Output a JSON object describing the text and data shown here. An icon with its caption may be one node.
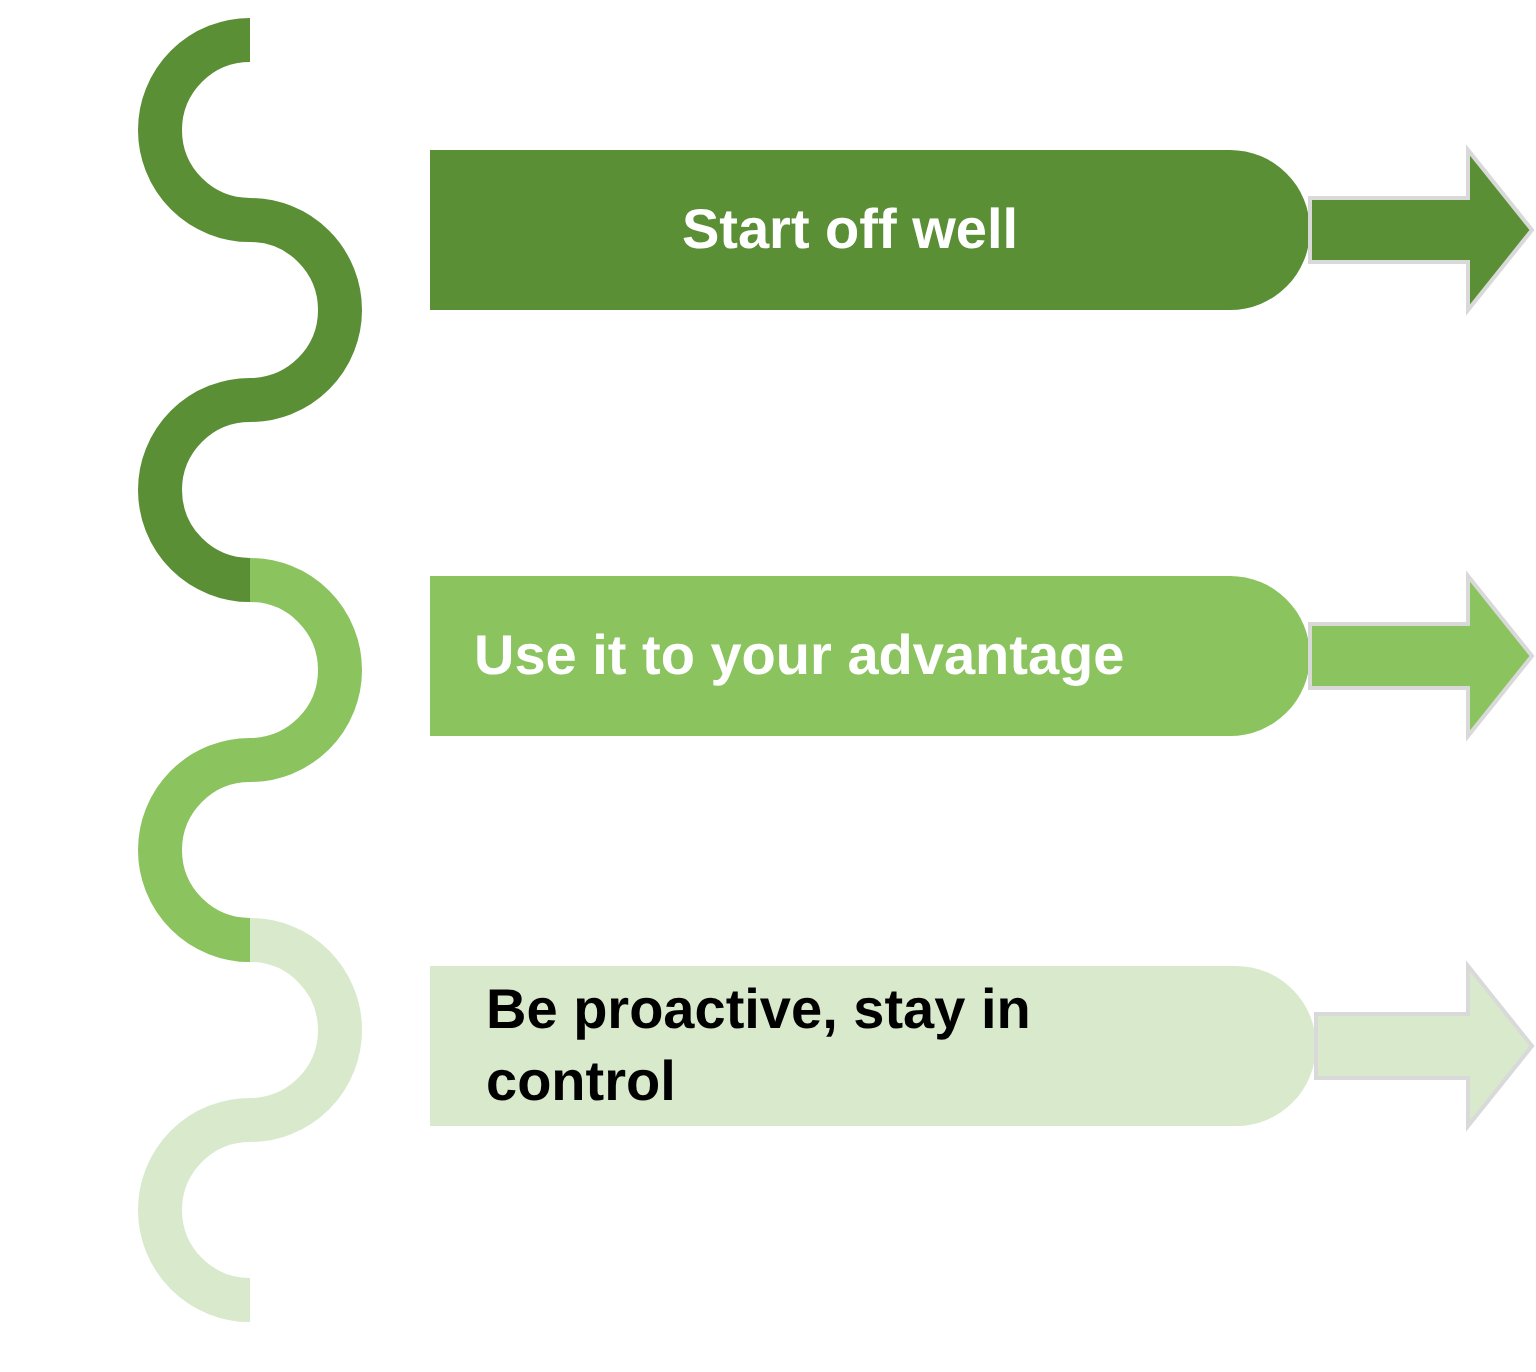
{
  "diagram": {
    "nodes": [
      {
        "text": [
          "Start off well"
        ]
      },
      {
        "text": [
          "Use it to your advantage"
        ]
      },
      {
        "text": [
          "Be proactive, stay in control"
        ]
      }
    ],
    "edges": [
      {
        "from": 0,
        "to": null,
        "arrow": "to",
        "color": "#5b8f36"
      },
      {
        "from": 1,
        "to": null,
        "arrow": "to",
        "color": "#8bc35e"
      },
      {
        "from": 2,
        "to": null,
        "arrow": "to",
        "color": "#d8e9cc"
      }
    ]
  }
}
